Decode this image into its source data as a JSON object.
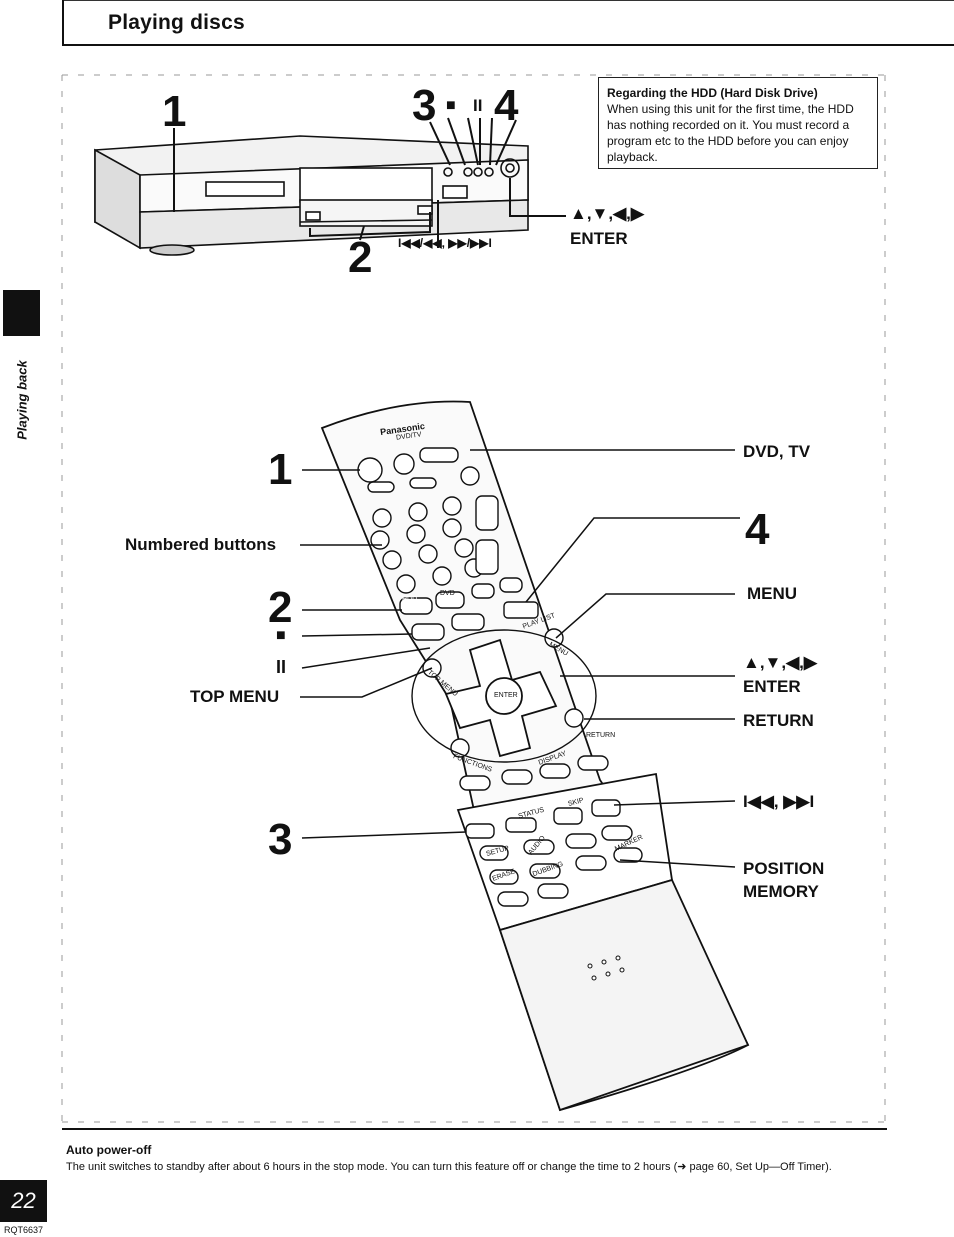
{
  "header": {
    "title": "Playing discs"
  },
  "side": {
    "section_label": "Playing back"
  },
  "note": {
    "title": "Regarding the HDD (Hard Disk Drive)",
    "body": "When using this unit for the first time, the HDD has nothing recorded on it. You must record a program etc to the HDD before you can enjoy playback."
  },
  "unit_callouts": {
    "step1": "1",
    "step3": "3",
    "stop_sym": "■",
    "pause_sym": "II",
    "step4": "4",
    "step2": "2",
    "skip_search": "I◀◀/◀◀, ▶▶/▶▶I",
    "arrows": "▲,▼,◀,▶",
    "enter": "ENTER"
  },
  "remote_callouts": {
    "step1": "1",
    "numbered_buttons": "Numbered buttons",
    "step2": "2",
    "stop_sym": "■",
    "pause_sym": "II",
    "top_menu": "TOP MENU",
    "step3": "3",
    "dvd_tv": "DVD, TV",
    "step4": "4",
    "menu": "MENU",
    "arrows": "▲,▼,◀,▶",
    "enter": "ENTER",
    "return": "RETURN",
    "skip": "I◀◀, ▶▶I",
    "position_memory_1": "POSITION",
    "position_memory_2": "MEMORY"
  },
  "remote_labels": {
    "brand": "Panasonic",
    "dvd_tv": "DVD/TV",
    "enter": "ENTER",
    "play_list": "PLAY LIST",
    "menu": "MENU",
    "top_menu": "TOP MENU",
    "return": "RETURN",
    "functions": "FUNCTIONS",
    "display": "DISPLAY",
    "setup": "SETUP",
    "audio": "AUDIO",
    "erase": "ERASE",
    "dubbing": "DUBBING",
    "marker": "MARKER",
    "skip": "SKIP",
    "status": "STATUS",
    "hdd": "HDD",
    "dvd": "DVD"
  },
  "footer": {
    "title": "Auto power-off",
    "text": "The unit switches to standby after about 6 hours in the stop mode. You can turn this feature off or change the time to 2 hours (➜ page 60, Set Up—Off Timer)."
  },
  "page": {
    "number": "22",
    "code": "RQT6637"
  }
}
